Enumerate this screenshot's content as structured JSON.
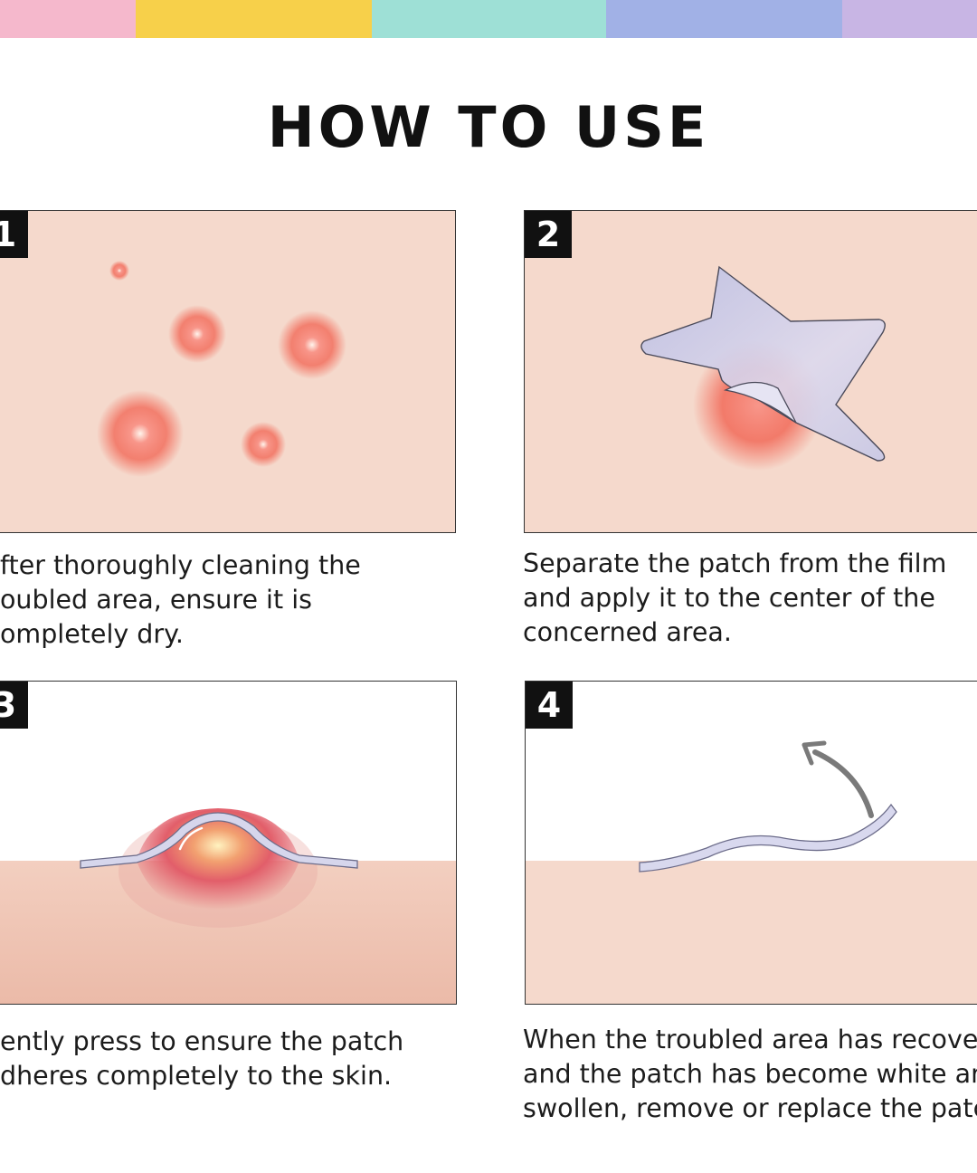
{
  "header": {
    "stripe_colors": [
      "#f5b8cc",
      "#f7d04a",
      "#9ee0d6",
      "#a1b1e6",
      "#c8b5e4"
    ],
    "title": "HOW TO USE"
  },
  "colors": {
    "skin": "#f5d9cc",
    "skin_dark": "#efc3b2",
    "blemish": "#f2705f",
    "patch": "#c9cbe6",
    "outline": "#333333"
  },
  "steps": [
    {
      "number": "1",
      "caption_lines": [
        "fter thoroughly cleaning the",
        "oubled area, ensure it is",
        "ompletely dry."
      ]
    },
    {
      "number": "2",
      "caption_lines": [
        "Separate the patch from the film",
        "and apply it to the center of the",
        "concerned area."
      ]
    },
    {
      "number": "3",
      "caption_lines": [
        "ently press to ensure the patch",
        "dheres completely to the skin."
      ]
    },
    {
      "number": "4",
      "caption_lines": [
        "When the troubled area has recovere",
        "and the patch has become white an",
        "swollen, remove or replace the patc"
      ]
    }
  ]
}
